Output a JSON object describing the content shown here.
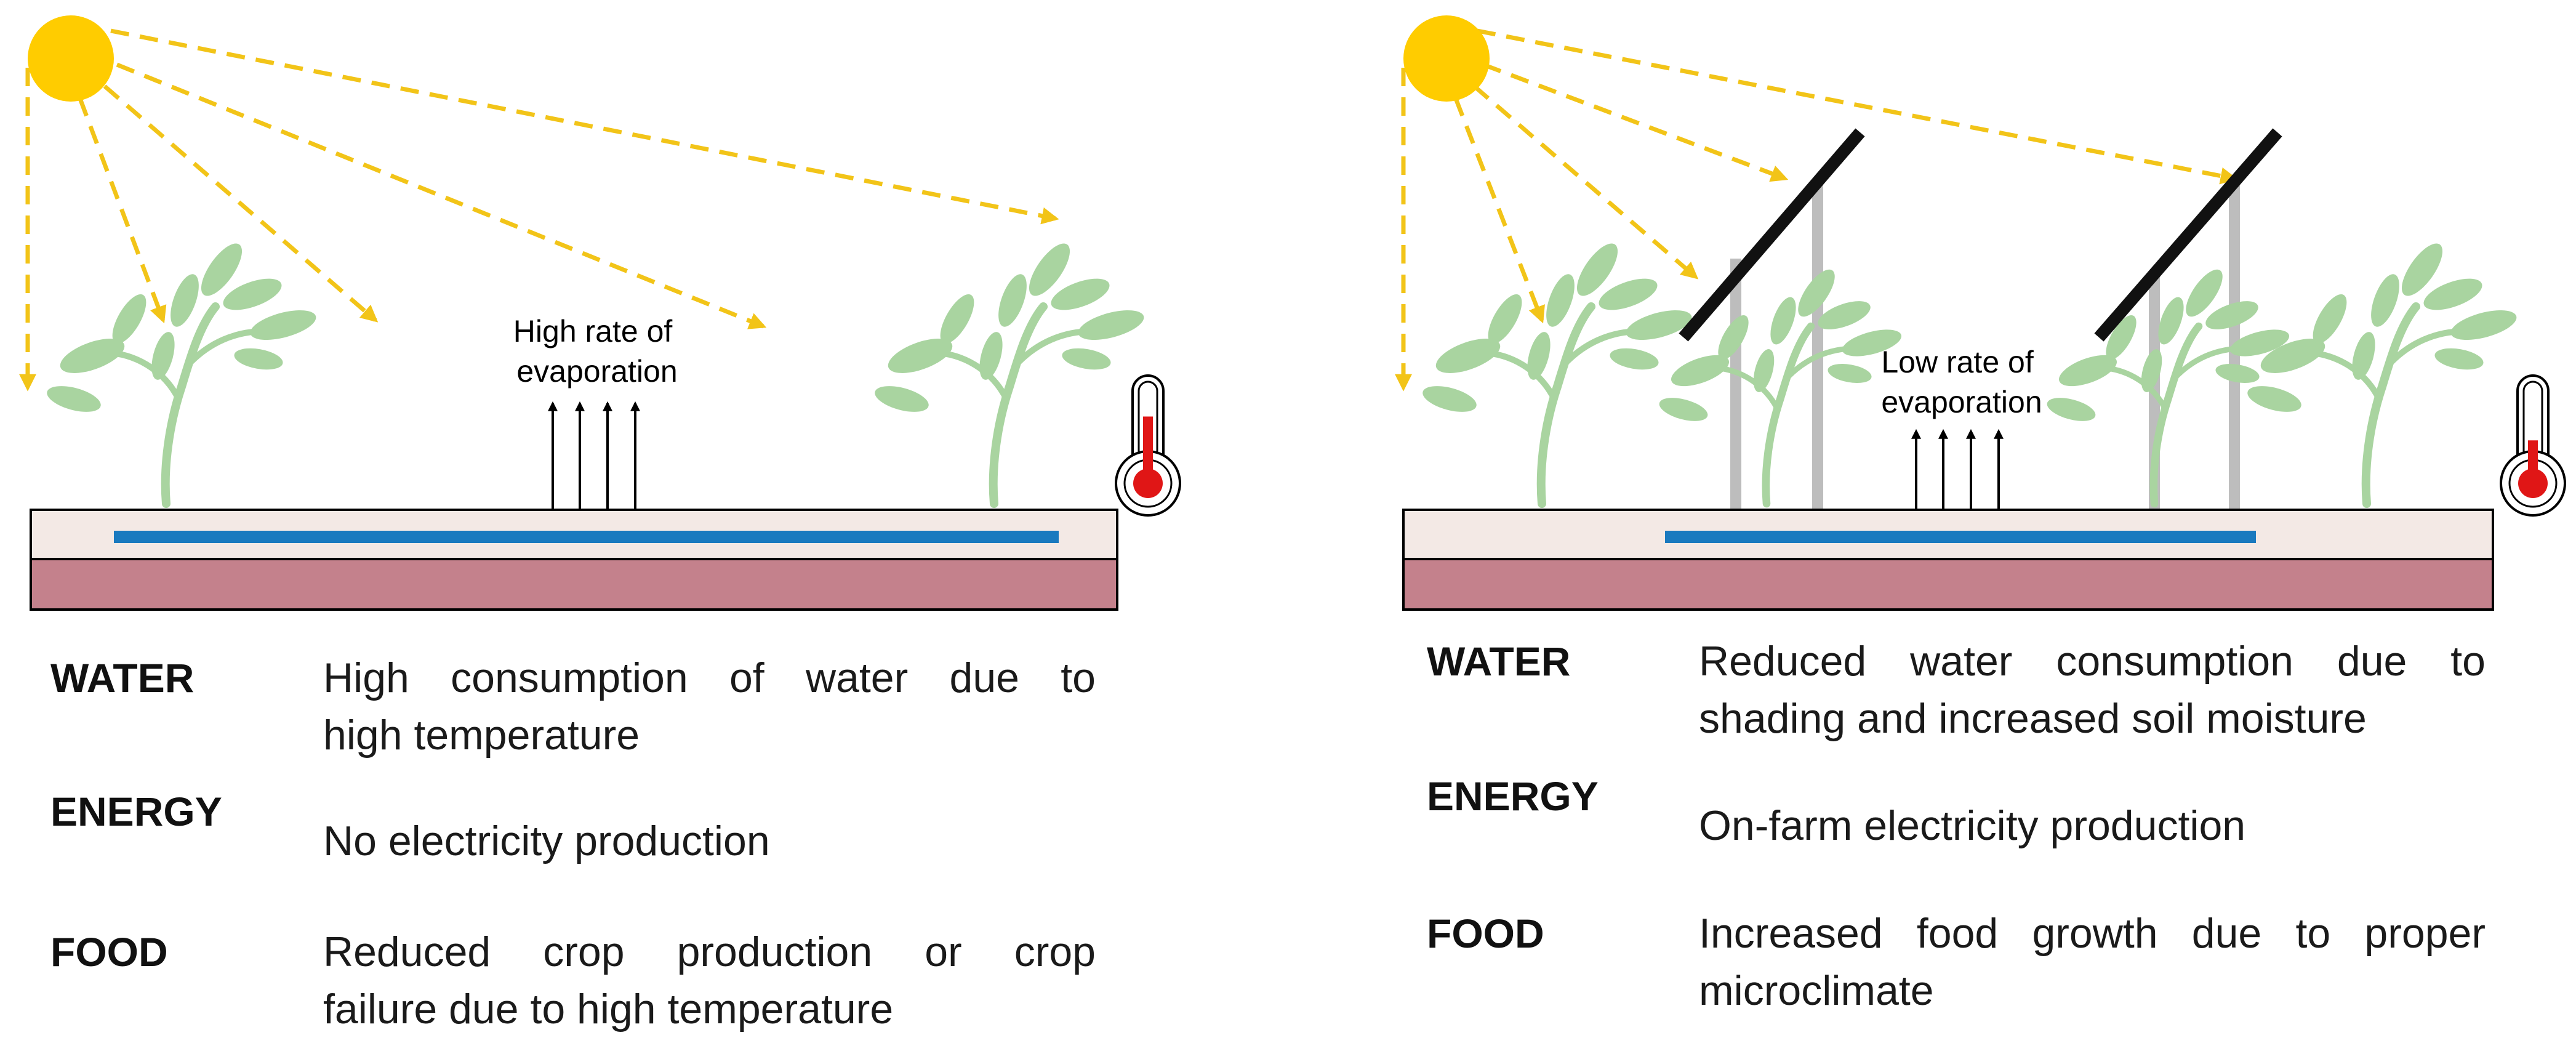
{
  "colors": {
    "sun": "#FFCC00",
    "ray": "#F2C418",
    "plant": "#A9D4A0",
    "soil_top": "#F3E9E5",
    "soil_bottom": "#C4818C",
    "water_line": "#1A7ABF",
    "panel": "#111111",
    "pole": "#BDBDBD",
    "thermo_red": "#E01616"
  },
  "icons": [
    "sun-icon",
    "plant-icon",
    "thermometer-icon",
    "solar-panel-icon"
  ],
  "left": {
    "evap_label": [
      "High rate of",
      "evaporation"
    ],
    "thermometer_level": 0.7,
    "rows": [
      {
        "key": "WATER",
        "lines": [
          "High consumption of water due to",
          "high temperature"
        ]
      },
      {
        "key": "ENERGY",
        "lines": [
          "No electricity production"
        ]
      },
      {
        "key": "FOOD",
        "lines": [
          "Reduced crop production or crop",
          "failure due to high temperature"
        ]
      }
    ]
  },
  "right": {
    "evap_label": [
      "Low rate of",
      "evaporation"
    ],
    "thermometer_level": 0.45,
    "rows": [
      {
        "key": "WATER",
        "lines": [
          "Reduced water consumption due to",
          "shading and increased soil moisture"
        ]
      },
      {
        "key": "ENERGY",
        "lines": [
          "On-farm electricity production"
        ]
      },
      {
        "key": "FOOD",
        "lines": [
          "Increased food growth due to proper",
          "microclimate"
        ]
      }
    ]
  }
}
